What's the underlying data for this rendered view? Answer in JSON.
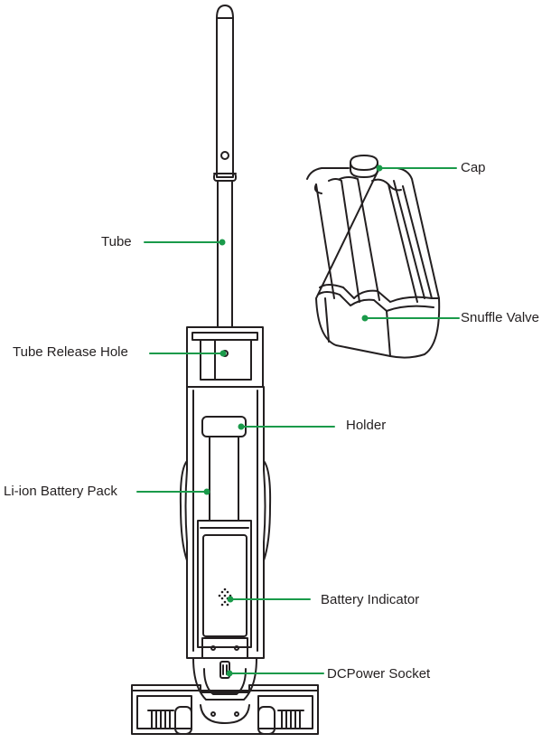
{
  "labels": {
    "cap": "Cap",
    "tube": "Tube",
    "snuffle_valve": "Snuffle Valve",
    "tube_release_hole": "Tube Release Hole",
    "holder": "Holder",
    "battery_pack": "Li-ion Battery Pack",
    "battery_indicator": "Battery Indicator",
    "dc_power_socket": "DCPower Socket"
  },
  "colors": {
    "line": "#231f20",
    "callout": "#1a9a4a",
    "background": "#ffffff"
  }
}
